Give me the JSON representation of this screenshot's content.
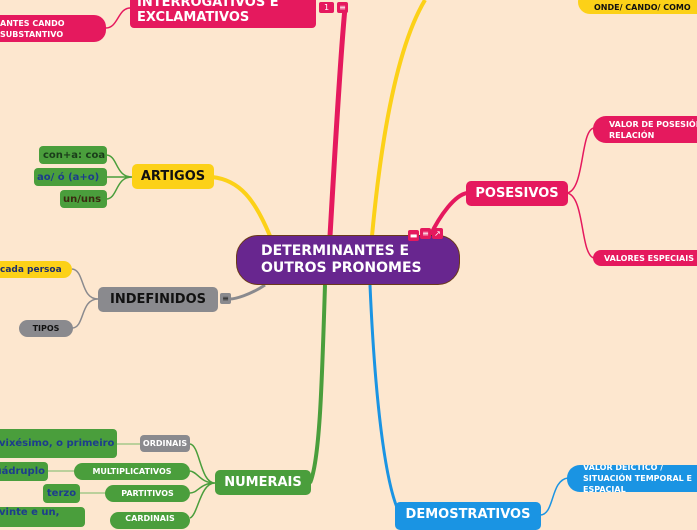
{
  "central": "DETERMINANTES E OUTROS PRONOMES",
  "interrogativos": {
    "title": "INTERROGATIVOS E EXCLAMATIVOS",
    "child1": "ANTES CANDO SUBSTANTIVO",
    "comment_count": "1"
  },
  "top_right": "ONDE/ CANDO/ COMO",
  "artigos": {
    "title": "ARTIGOS",
    "items": [
      "con+a: coa",
      "ao/ ó (a+o)",
      "un/uns"
    ]
  },
  "indefinidos": {
    "title": "INDEFINIDOS",
    "items": [
      "cada persoa",
      "TIPOS"
    ]
  },
  "posesivos": {
    "title": "POSESIVOS",
    "items": [
      "VALOR DE POSESIÓN / RELACIÓN",
      "VALORES ESPECIAIS"
    ]
  },
  "numerais": {
    "title": "NUMERAIS",
    "ordinais": "ORDINAIS",
    "ordinais_val": "vixésimo, o primeiro",
    "multiplicativos": "MULTIPLICATIVOS",
    "multiplicativos_val": "cuádruplo",
    "partitivos": "PARTITIVOS",
    "partitivos_val": "terzo",
    "cardinais": "CARDINAIS",
    "cardinais_val": "vinte e un,"
  },
  "demostrativos": {
    "title": "DEMOSTRATIVOS",
    "item1": "VALOR DEÍCTICO / SITUACIÓN TEMPORAL E ESPACIAL"
  },
  "colors": {
    "pink": "#e5195e",
    "green": "#4a9e3c",
    "yellow": "#fcd118",
    "blue": "#1a94e3",
    "gray": "#8a8a8e",
    "purple": "#68268f",
    "background": "#fde7cf"
  }
}
